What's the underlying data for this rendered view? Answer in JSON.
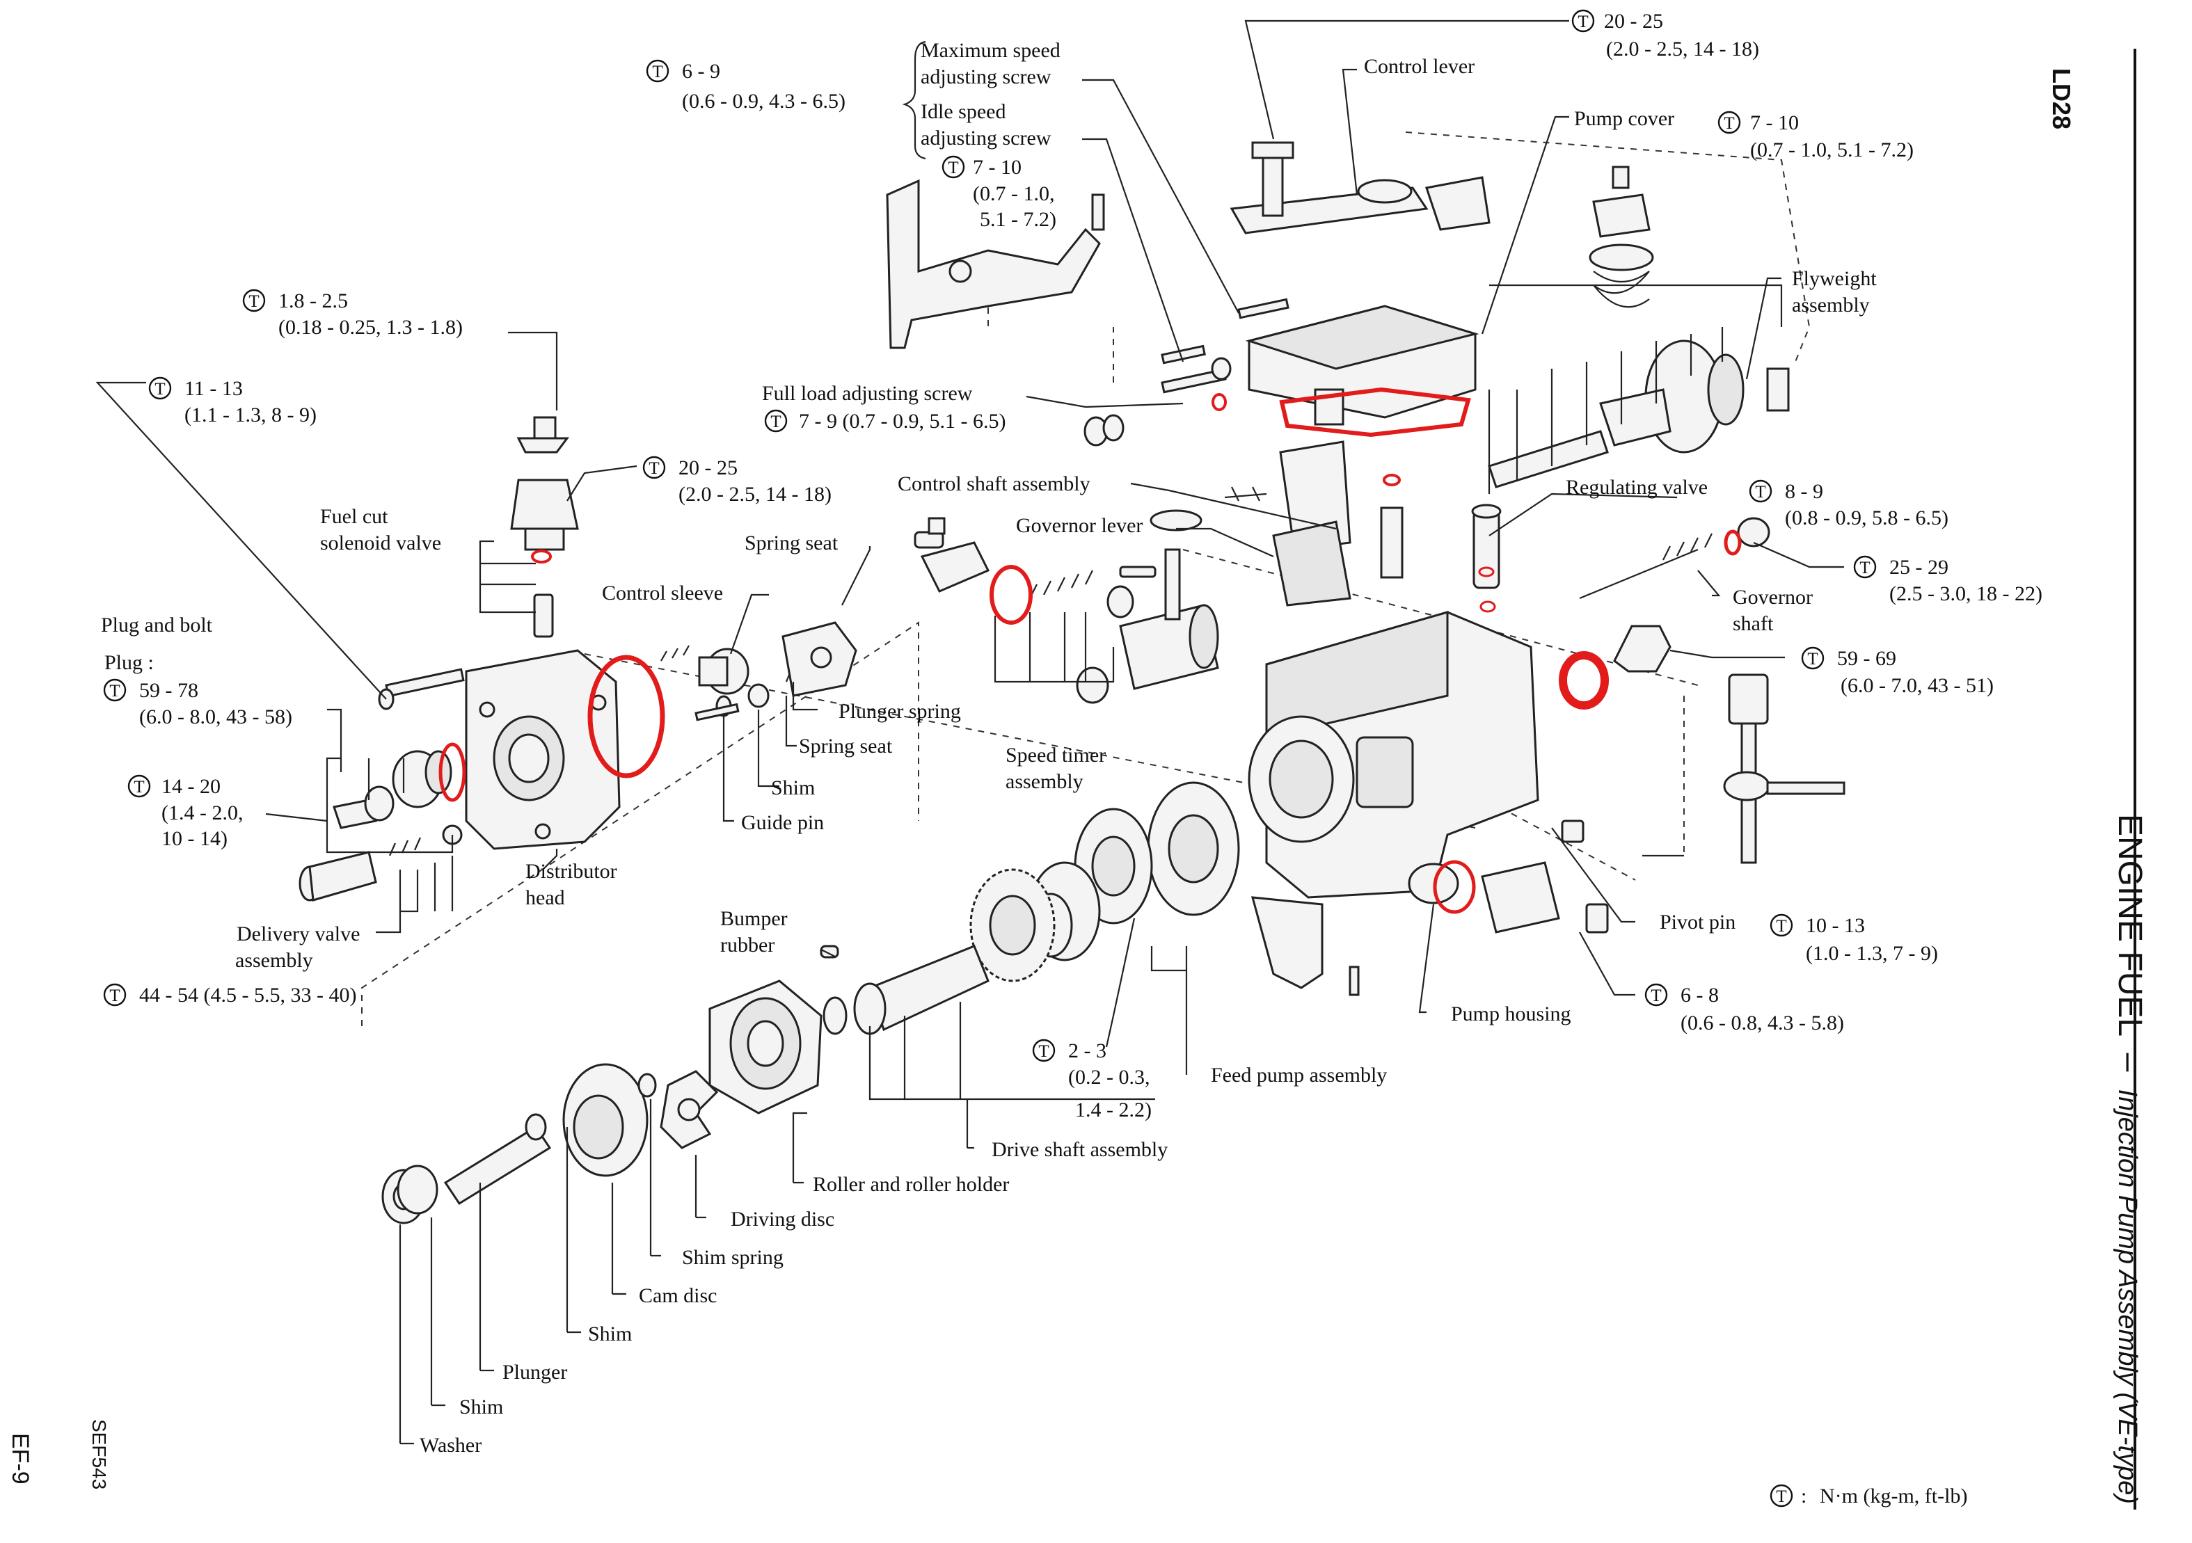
{
  "header": {
    "model": "LD28",
    "section": "ENGINE FUEL",
    "dash": "–",
    "subtitle": "Injection Pump Assembly (VE-type)",
    "page_number": "EF-9",
    "figure_code": "SEF543"
  },
  "legend": {
    "symbol": "T",
    "text": "N·m (kg-m, ft-lb)"
  },
  "colors": {
    "seal_highlight": "#e21b1b",
    "ink": "#111111"
  },
  "labels": {
    "max_speed_1": "Maximum speed",
    "max_speed_2": "adjusting screw",
    "idle_speed_1": "Idle speed",
    "idle_speed_2": "adjusting screw",
    "control_lever": "Control lever",
    "pump_cover": "Pump cover",
    "flyweight_1": "Flyweight",
    "flyweight_2": "assembly",
    "full_load": "Full load  adjusting screw",
    "control_shaft": "Control shaft assembly",
    "regulating_valve": "Regulating valve",
    "governor_lever": "Governor lever",
    "governor_shaft_1": "Governor",
    "governor_shaft_2": "shaft",
    "fuel_cut_1": "Fuel cut",
    "fuel_cut_2": "solenoid valve",
    "spring_seat_top": "Spring seat",
    "control_sleeve": "Control sleeve",
    "plug_and_bolt": "Plug  and bolt",
    "plug": "Plug :",
    "plunger_spring": "Plunger spring",
    "spring_seat": "Spring seat",
    "shim_upper": "Shim",
    "guide_pin": "Guide pin",
    "speed_timer_1": "Speed timer",
    "speed_timer_2": "assembly",
    "distributor_1": "Distributor",
    "distributor_2": "head",
    "delivery_valve_1": "Delivery valve",
    "delivery_valve_2": "assembly",
    "bumper_1": "Bumper",
    "bumper_2": "rubber",
    "pivot_pin": "Pivot pin",
    "pump_housing": "Pump housing",
    "feed_pump": "Feed pump assembly",
    "drive_shaft": "Drive shaft assembly",
    "roller": "Roller and roller holder",
    "driving_disc": "Driving disc",
    "shim_spring": "Shim spring",
    "cam_disc": "Cam disc",
    "shim_mid": "Shim",
    "plunger": "Plunger",
    "shim_low": "Shim",
    "washer": "Washer"
  },
  "torques": {
    "t_20_25_top_a": "20 - 25",
    "t_20_25_top_b": "(2.0 - 2.5, 14 - 18)",
    "t_6_9_a": "6 - 9",
    "t_6_9_b": "(0.6 - 0.9, 4.3 - 6.5)",
    "t_7_10_mid_a": "7 - 10",
    "t_7_10_mid_b": "(0.7 - 1.0,",
    "t_7_10_mid_c": "5.1 - 7.2)",
    "t_7_10_cover_a": "7 - 10",
    "t_7_10_cover_b": "(0.7 - 1.0, 5.1 - 7.2)",
    "t_1_8_a": "1.8 - 2.5",
    "t_1_8_b": "(0.18 - 0.25, 1.3 - 1.8)",
    "t_11_13_a": "11 - 13",
    "t_11_13_b": "(1.1 - 1.3, 8 - 9)",
    "t_7_9_full": "7 - 9  (0.7 - 0.9, 5.1 - 6.5)",
    "t_20_25_sol_a": "20 - 25",
    "t_20_25_sol_b": "(2.0 - 2.5, 14 - 18)",
    "t_8_9_a": "8 - 9",
    "t_8_9_b": "(0.8 - 0.9, 5.8 - 6.5)",
    "t_25_29_a": "25 - 29",
    "t_25_29_b": "(2.5 - 3.0, 18 - 22)",
    "t_59_69_a": "59 - 69",
    "t_59_69_b": "(6.0 - 7.0, 43 - 51)",
    "t_59_78_a": "59 - 78",
    "t_59_78_b": "(6.0 - 8.0, 43 - 58)",
    "t_14_20_a": "14 - 20",
    "t_14_20_b": "(1.4 - 2.0,",
    "t_14_20_c": "10 - 14)",
    "t_44_54": "44 - 54 (4.5 - 5.5, 33 - 40)",
    "t_10_13_a": "10 - 13",
    "t_10_13_b": "(1.0 - 1.3, 7 - 9)",
    "t_6_8_a": "6 - 8",
    "t_6_8_b": "(0.6 - 0.8, 4.3 - 5.8)",
    "t_2_3_a": "2 - 3",
    "t_2_3_b": "(0.2 - 0.3,",
    "t_2_3_c": "1.4 - 2.2)"
  }
}
